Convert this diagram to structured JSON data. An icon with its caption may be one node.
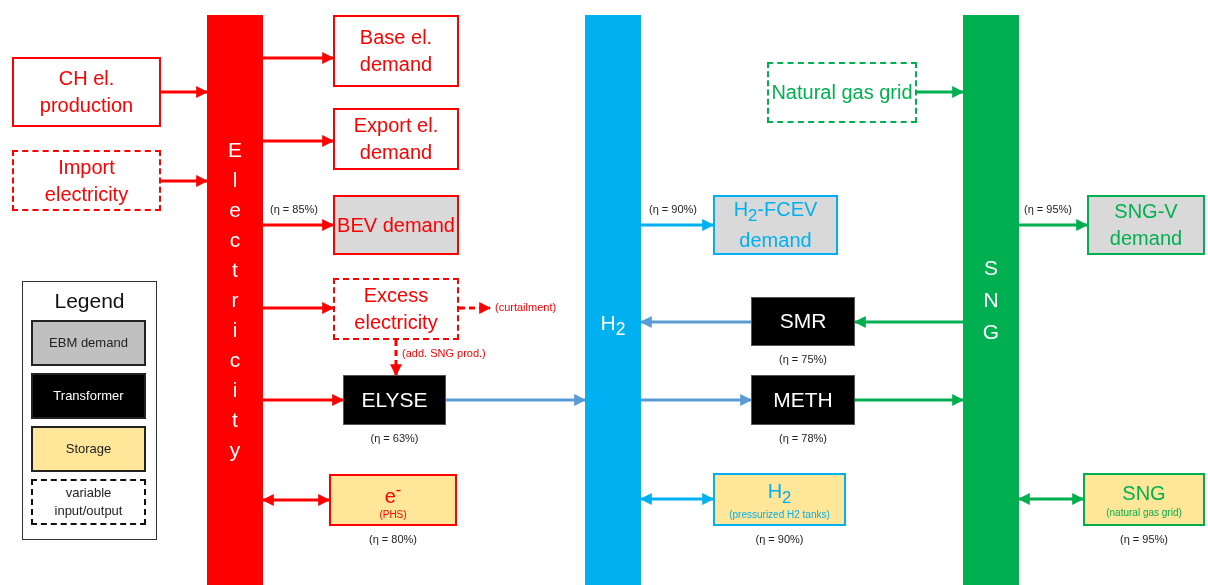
{
  "diagram": {
    "nodes": [
      {
        "text": [
          "CH el. production"
        ]
      },
      {
        "text": [
          "Import electricity"
        ]
      },
      {
        "text": [
          "Electricity"
        ]
      },
      {
        "text": [
          "Base el. demand"
        ]
      },
      {
        "text": [
          "Export el. demand"
        ]
      },
      {
        "text": [
          "BEV demand"
        ]
      },
      {
        "text": [
          "Excess electricity"
        ]
      },
      {
        "text": [
          "ELYSE"
        ],
        "beside": [
          "(η = 63%)"
        ]
      },
      {
        "text": [
          "e$^{-}$",
          "(PHS)"
        ],
        "beside": [
          "(η = 80%)"
        ]
      },
      {
        "text": [
          "H$_{2}$"
        ]
      },
      {
        "text": [
          "H$_{2}$-FCEV demand"
        ]
      },
      {
        "text": [
          "SMR"
        ],
        "beside": [
          "(η = 75%)"
        ]
      },
      {
        "text": [
          "METH"
        ],
        "beside": [
          "(η = 78%)"
        ]
      },
      {
        "text": [
          "H$_{2}$",
          "(pressurized H2 tanks)"
        ],
        "beside": [
          "(η = 90%)"
        ]
      },
      {
        "text": [
          "Natural gas grid"
        ]
      },
      {
        "text": [
          "SNG"
        ]
      },
      {
        "text": [
          "SNG-V demand"
        ]
      },
      {
        "text": [
          "SNG",
          "(natural gas grid)"
        ],
        "beside": [
          "(η = 95%)"
        ]
      }
    ],
    "edges": [
      {
        "from": 0,
        "to": 2,
        "arrow": "to"
      },
      {
        "from": 1,
        "to": 2,
        "arrow": "to"
      },
      {
        "from": 2,
        "to": 3,
        "arrow": "to"
      },
      {
        "from": 2,
        "to": 4,
        "arrow": "to"
      },
      {
        "from": 2,
        "to": 5,
        "arrow": "to",
        "label": "(η = 85%)"
      },
      {
        "from": 2,
        "to": 6,
        "arrow": "to"
      },
      {
        "from": 6,
        "to": null,
        "arrow": "to",
        "label": "(curtailment)",
        "style": "dashed"
      },
      {
        "from": 6,
        "to": 7,
        "arrow": "to",
        "label": "(add. SNG prod.)",
        "style": "dashed"
      },
      {
        "from": 2,
        "to": 7,
        "arrow": "to"
      },
      {
        "from": 2,
        "to": 8,
        "arrow": "both"
      },
      {
        "from": 7,
        "to": 9,
        "arrow": "to",
        "color": "#5b9bd5"
      },
      {
        "from": 9,
        "to": 10,
        "arrow": "to",
        "label": "(η = 90%)",
        "color": "#00b0f0"
      },
      {
        "from": 11,
        "to": 9,
        "arrow": "to",
        "color": "#5b9bd5"
      },
      {
        "from": 9,
        "to": 12,
        "arrow": "to",
        "color": "#5b9bd5"
      },
      {
        "from": 9,
        "to": 13,
        "arrow": "both",
        "color": "#00b0f0"
      },
      {
        "from": 14,
        "to": 15,
        "arrow": "to",
        "color": "#00b050"
      },
      {
        "from": 15,
        "to": 16,
        "arrow": "to",
        "label": "(η = 95%)",
        "color": "#00b050"
      },
      {
        "from": 15,
        "to": 11,
        "arrow": "to",
        "color": "#00b050"
      },
      {
        "from": 12,
        "to": 15,
        "arrow": "to",
        "color": "#00b050"
      },
      {
        "from": 15,
        "to": 17,
        "arrow": "both",
        "color": "#00b050"
      }
    ],
    "labels": [
      "Legend"
    ],
    "legend": [
      {
        "text": "EBM demand",
        "color": "#c0c0c0"
      },
      {
        "text": "Transformer",
        "color": "#000000"
      },
      {
        "text": "Storage",
        "color": "#ffe699"
      },
      {
        "text": "variable input/output"
      }
    ]
  }
}
